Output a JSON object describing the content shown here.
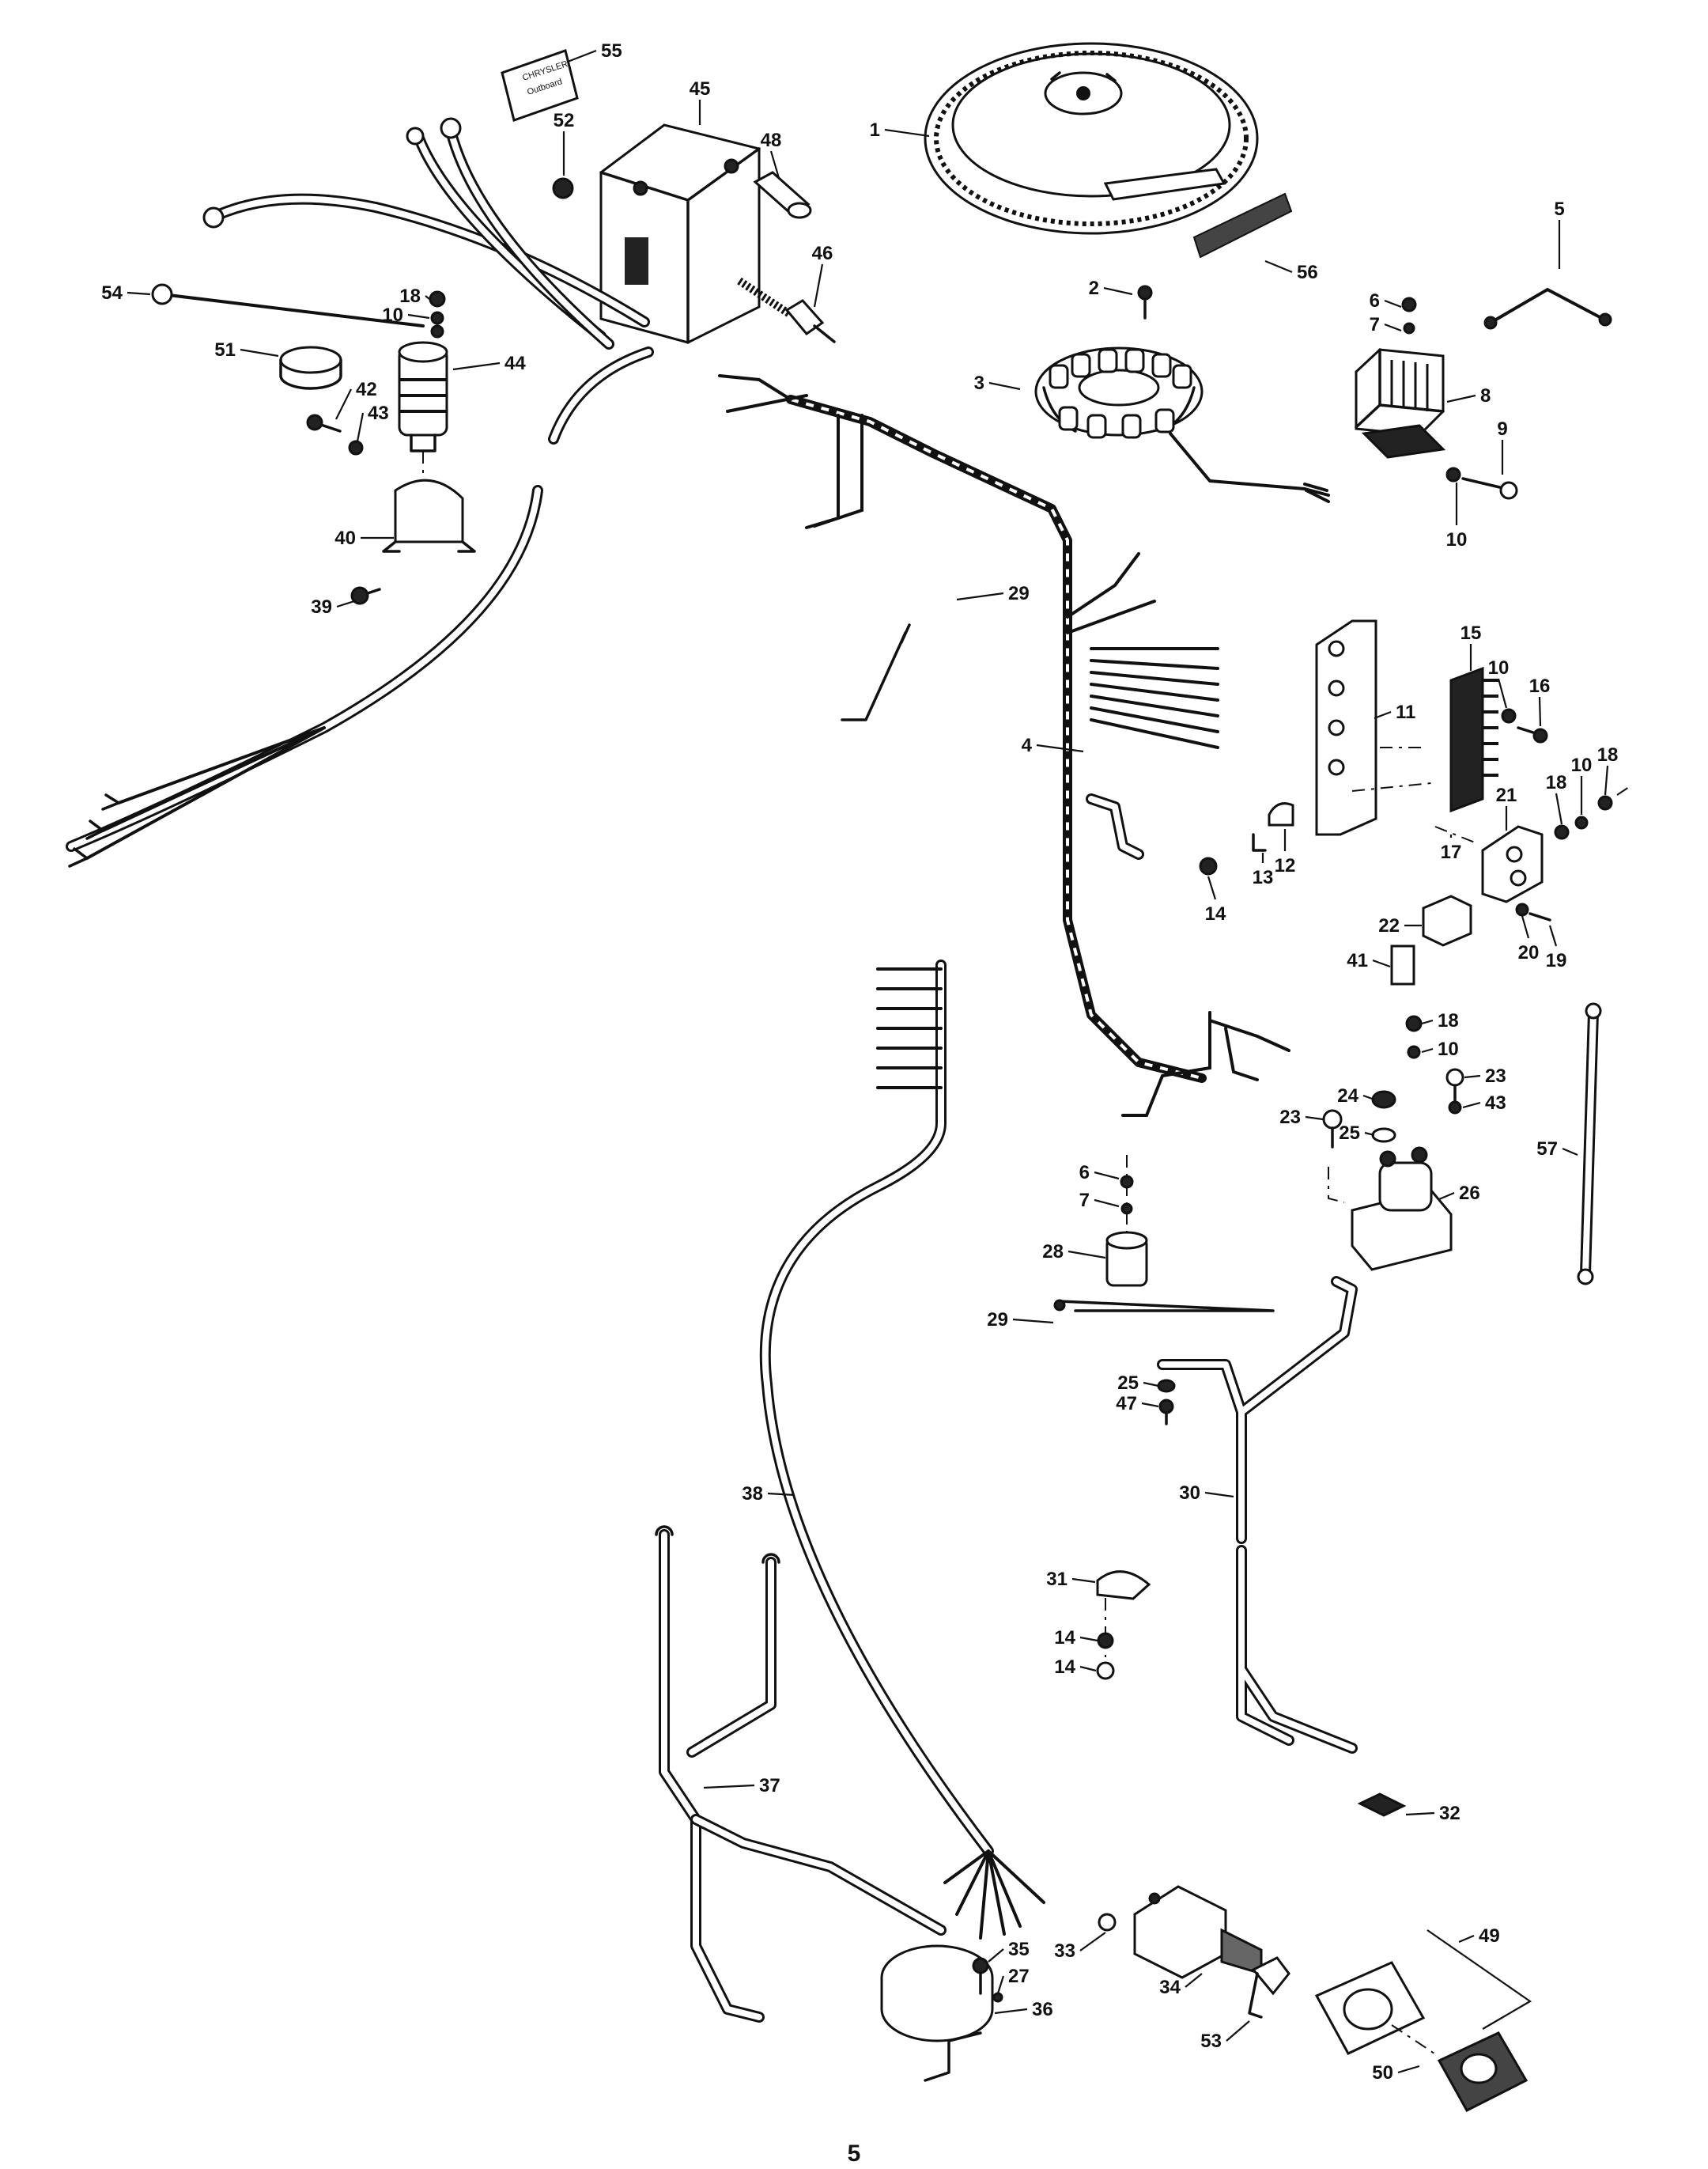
{
  "page_number": "5",
  "decal_text": [
    "CHRYSLER",
    "Outboard"
  ],
  "callouts": [
    {
      "id": "1",
      "label": "1"
    },
    {
      "id": "2",
      "label": "2"
    },
    {
      "id": "3",
      "label": "3"
    },
    {
      "id": "4",
      "label": "4"
    },
    {
      "id": "5",
      "label": "5"
    },
    {
      "id": "6a",
      "label": "6"
    },
    {
      "id": "6b",
      "label": "6"
    },
    {
      "id": "7a",
      "label": "7"
    },
    {
      "id": "7b",
      "label": "7"
    },
    {
      "id": "8",
      "label": "8"
    },
    {
      "id": "9",
      "label": "9"
    },
    {
      "id": "10a",
      "label": "10"
    },
    {
      "id": "10b",
      "label": "10"
    },
    {
      "id": "10c",
      "label": "10"
    },
    {
      "id": "10d",
      "label": "10"
    },
    {
      "id": "10e",
      "label": "10"
    },
    {
      "id": "11",
      "label": "11"
    },
    {
      "id": "12",
      "label": "12"
    },
    {
      "id": "13",
      "label": "13"
    },
    {
      "id": "14a",
      "label": "14"
    },
    {
      "id": "14b",
      "label": "14"
    },
    {
      "id": "14c",
      "label": "14"
    },
    {
      "id": "15",
      "label": "15"
    },
    {
      "id": "16",
      "label": "16"
    },
    {
      "id": "17",
      "label": "17"
    },
    {
      "id": "18a",
      "label": "18"
    },
    {
      "id": "18b",
      "label": "18"
    },
    {
      "id": "18c",
      "label": "18"
    },
    {
      "id": "18d",
      "label": "18"
    },
    {
      "id": "19",
      "label": "19"
    },
    {
      "id": "20",
      "label": "20"
    },
    {
      "id": "21",
      "label": "21"
    },
    {
      "id": "22",
      "label": "22"
    },
    {
      "id": "23a",
      "label": "23"
    },
    {
      "id": "23b",
      "label": "23"
    },
    {
      "id": "24",
      "label": "24"
    },
    {
      "id": "25a",
      "label": "25"
    },
    {
      "id": "25b",
      "label": "25"
    },
    {
      "id": "26",
      "label": "26"
    },
    {
      "id": "27",
      "label": "27"
    },
    {
      "id": "28",
      "label": "28"
    },
    {
      "id": "29a",
      "label": "29"
    },
    {
      "id": "29b",
      "label": "29"
    },
    {
      "id": "30",
      "label": "30"
    },
    {
      "id": "31",
      "label": "31"
    },
    {
      "id": "32",
      "label": "32"
    },
    {
      "id": "33",
      "label": "33"
    },
    {
      "id": "34",
      "label": "34"
    },
    {
      "id": "35",
      "label": "35"
    },
    {
      "id": "36",
      "label": "36"
    },
    {
      "id": "37",
      "label": "37"
    },
    {
      "id": "38",
      "label": "38"
    },
    {
      "id": "39",
      "label": "39"
    },
    {
      "id": "40",
      "label": "40"
    },
    {
      "id": "41",
      "label": "41"
    },
    {
      "id": "42",
      "label": "42"
    },
    {
      "id": "43a",
      "label": "43"
    },
    {
      "id": "43b",
      "label": "43"
    },
    {
      "id": "44",
      "label": "44"
    },
    {
      "id": "45",
      "label": "45"
    },
    {
      "id": "46",
      "label": "46"
    },
    {
      "id": "47",
      "label": "47"
    },
    {
      "id": "48",
      "label": "48"
    },
    {
      "id": "49",
      "label": "49"
    },
    {
      "id": "50",
      "label": "50"
    },
    {
      "id": "51",
      "label": "51"
    },
    {
      "id": "52",
      "label": "52"
    },
    {
      "id": "53",
      "label": "53"
    },
    {
      "id": "54",
      "label": "54"
    },
    {
      "id": "55",
      "label": "55"
    },
    {
      "id": "56",
      "label": "56"
    },
    {
      "id": "57",
      "label": "57"
    }
  ]
}
